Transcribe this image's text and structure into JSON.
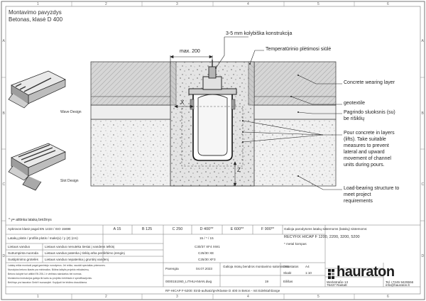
{
  "title": {
    "line1": "Montavimo pavyzdys",
    "line2": "Betonas, klasė D 400"
  },
  "grid": {
    "columns": [
      "1",
      "2",
      "3",
      "4",
      "5",
      "6"
    ],
    "rows": [
      "A",
      "B",
      "C",
      "D"
    ]
  },
  "dimensions": {
    "max_width": "max. 200",
    "x_label": "X",
    "z_label": "Z"
  },
  "callouts": {
    "construction": "3-5 mm kolybiška konstrukcija",
    "expansion_joint": "Temperatūrinio plėtimosi siūlė",
    "wearing_layer": "Concrete wearing layer",
    "geotextile": "geotextile",
    "base_layer_1": "Pagrindo sluoksnis (su)",
    "base_layer_2": "be rišiklių",
    "pour_1": "Pour concrete in layers",
    "pour_2": "(lifts). Take suitable",
    "pour_3": "measures to prevent",
    "pour_4": "lateral and upward",
    "pour_5": "movement of channel",
    "pour_6": "units during pours.",
    "load_1": "Load-bearing structure to",
    "load_2": "meet project",
    "load_3": "requirements"
  },
  "designs": {
    "wave": "Wave Design",
    "slot": "Slot Design"
  },
  "footnote": "* y= atitinka lataką brėžinys",
  "load_classes": [
    "A 15",
    "B 125",
    "C 250",
    "D 400**",
    "E 600**",
    "F 900**"
  ],
  "title_block": {
    "standard": "Apkrovos klasė pagal EN 1433 / ISO 15698",
    "row1_label": "Latakų plotis / profilis   plotis / maks(x) / y (Z) (cm)",
    "row2_label": "Lietaus vanduo",
    "row3_label": "Sutrumpinta nuoroda",
    "row4_label": "Sustiprinimo grotelės",
    "row1_value": "15 / * / 15",
    "row2_value": "C30/37 XF4 XW1",
    "row3_value": "C25/30 XE",
    "row4_value": "C25/30 XF3",
    "note_a": "Lietaus vanduo nenuteka tiesiai į vandens telkinį",
    "note_b": "Lietaus vanduo patenka į tinklą arba perdirbimo įrenginį",
    "note_c": "Lietaus vanduo nepatenka į gruntinį vandenį",
    "fine_1": "Lataką reikia montuoti pagal gamintojo nurodymus. Jei reikia, naudoti specialias priemones.",
    "fine_2": "Nurodytos betono klasės yra minimalios. Būtina laikytis projekto reikalavimų.",
    "fine_3": "Betono kokybė turi atitikti EN 206-1 ir vietinius standartus bei normas.",
    "fine_4": "Montavimo instrukcijos galioja tik kartu su projekto brėžiniais ir specifikacijomis.",
    "fine_5": "Brėžinys yra hauraton GmbH nuosavybė. Kopijuoti be leidimo draudžiama.",
    "applies": "Galioja parodytoms latakų sistemoms (latakų) sistemoms:",
    "products": "RECYFIX HICAP F 1200, 2200, 3200, 5200",
    "metal_frame": "* metal kompas",
    "header_date_label": "Parengta",
    "header_date": "04.07.2023",
    "validity": "Galioja mūsų bendros montavimo salomis nuostatos",
    "file_name": "0000151060_LITHUANIAN.dwg",
    "revision": "19",
    "edition_label": "Eilišas",
    "din_label": "DIN",
    "din_value": "A4",
    "scale_label": "Skalė",
    "scale_value": "1:10",
    "footer": "RF-HICAP F-5200: Einb-aufsatz/gH/Klasse D 400 in Beton - mit Edelstahlzarge",
    "address_1": "Werkstraße 13",
    "address_2": "76437 Rastatt",
    "phone": "Tel +7245 9429556",
    "mail": "info@hauraton.lt"
  },
  "brand": "hauraton"
}
